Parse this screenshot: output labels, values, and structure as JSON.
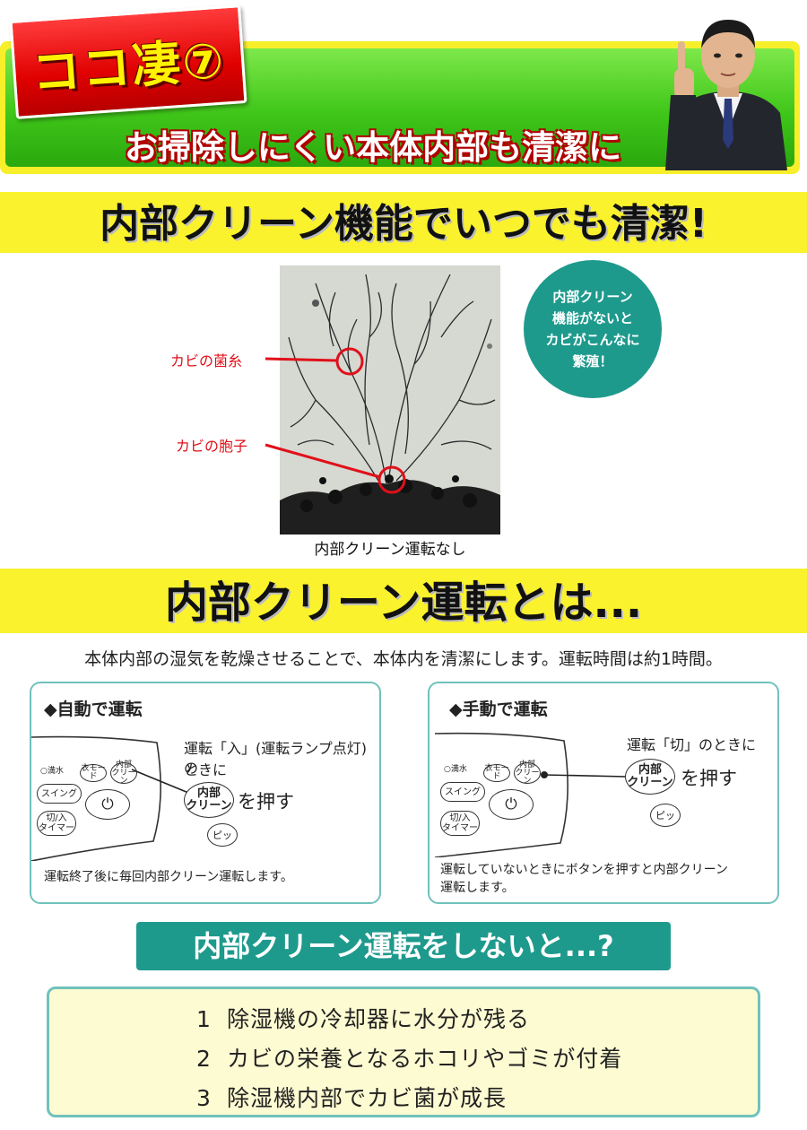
{
  "header": {
    "badge": "ココ凄⑦",
    "subtitle": "お掃除しにくい本体内部も清潔に"
  },
  "section1": {
    "title": "内部クリーン機能でいつでも清潔!",
    "mold_label_hyphae": "カビの菌糸",
    "mold_label_spore": "カビの胞子",
    "photo_caption": "内部クリーン運転なし",
    "callout_lines": [
      "内部クリーン",
      "機能がないと",
      "カビがこんなに",
      "繁殖！"
    ]
  },
  "section2": {
    "title": "内部クリーン運転とは...",
    "intro": "本体内部の湿気を乾燥させることで、本体内を清潔にします。運転時間は約1時間。",
    "auto": {
      "title": "◆自動で運転",
      "desc_line1": "運転「入」(運転ランプ点灯)の",
      "desc_line2": "ときに",
      "press": "を押す",
      "note": "運転終了後に毎回内部クリーン運転します。"
    },
    "manual": {
      "title": "◆手動で運転",
      "desc_line1": "運転「切」のときに",
      "press": "を押す",
      "note_line1": "運転していないときにボタンを押すと内部クリーン",
      "note_line2": "運転します。"
    },
    "panel": {
      "drain": "満水",
      "swing": "スイング",
      "timer_line1": "切/入",
      "timer_line2": "タイマー",
      "mode": "衣モード",
      "clean_small_line1": "内部",
      "clean_small_line2": "クリーン",
      "power": "⏻",
      "clean_big_line1": "内部",
      "clean_big_line2": "クリーン",
      "beep": "ピッ"
    }
  },
  "section3": {
    "banner": "内部クリーン運転をしないと...?",
    "items": [
      {
        "num": "1",
        "text": "除湿機の冷却器に水分が残る"
      },
      {
        "num": "2",
        "text": "カビの栄養となるホコリやゴミが付着"
      },
      {
        "num": "3",
        "text": "除湿機内部でカビ菌が成長"
      }
    ]
  }
}
